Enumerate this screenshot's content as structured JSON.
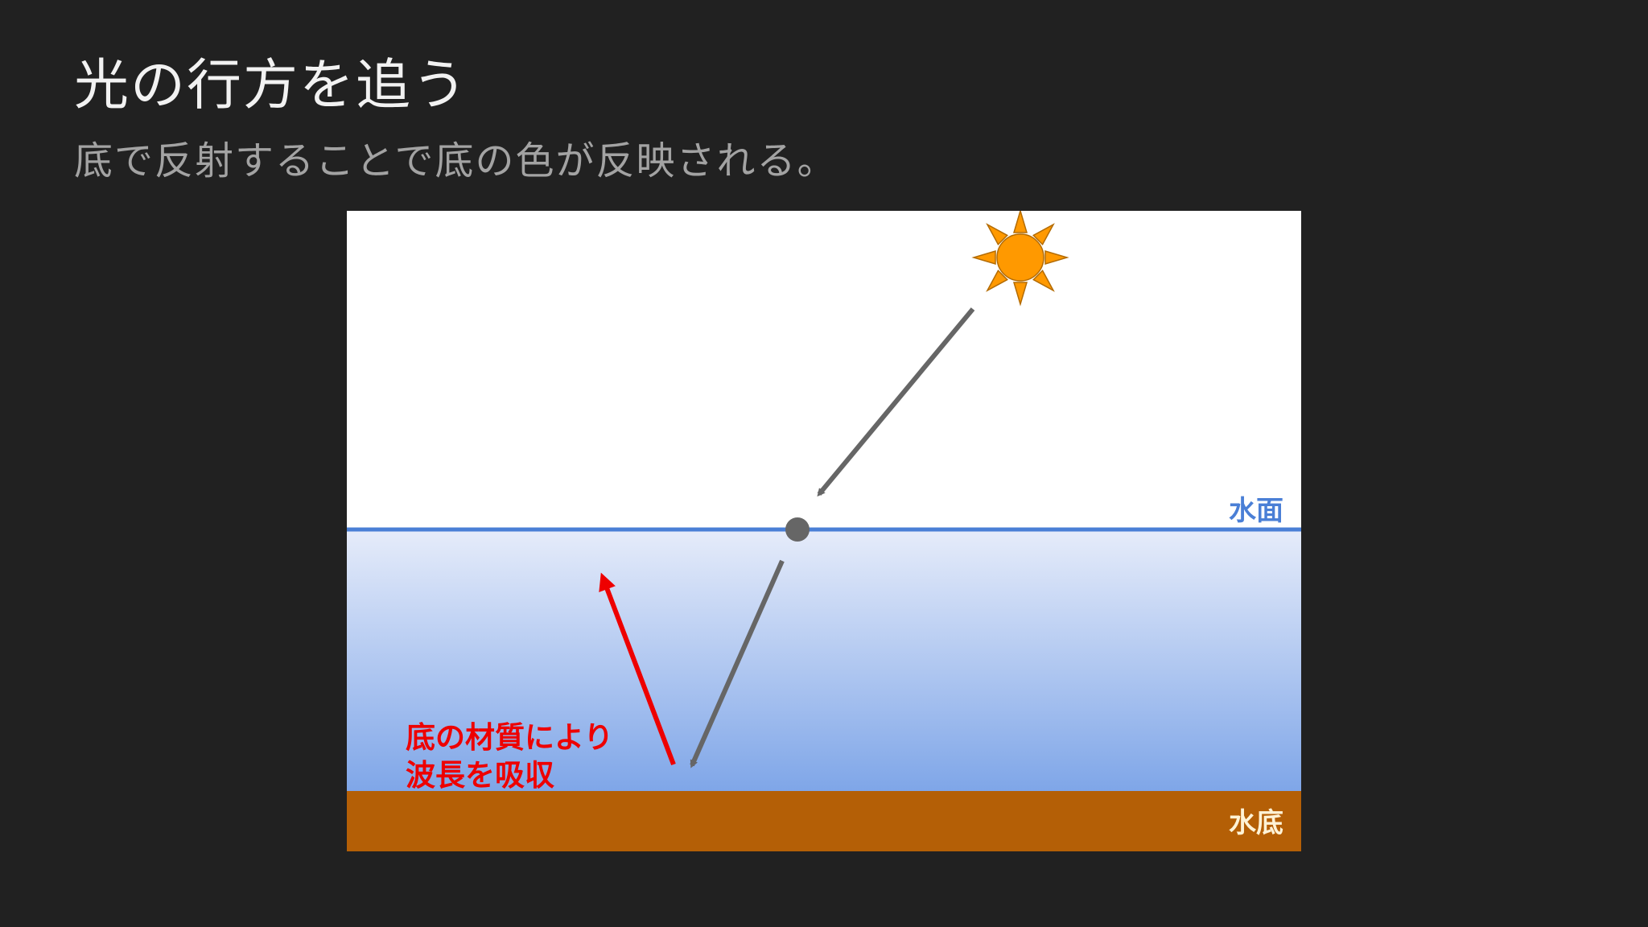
{
  "slide": {
    "title": "光の行方を追う",
    "subtitle": "底で反射することで底の色が反映される。"
  },
  "diagram": {
    "labels": {
      "water_surface": "水面",
      "water_bottom": "水底",
      "absorption_line1": "底の材質により",
      "absorption_line2": "波長を吸収"
    },
    "icons": {
      "sun": "sun-icon"
    },
    "colors": {
      "background": "#212121",
      "sky": "#ffffff",
      "water_top": "#e6ecfa",
      "water_bottom": "#7fa6e8",
      "surface_line": "#4a7fd6",
      "seabed": "#b45f06",
      "seabed_label": "#fff3d6",
      "light_ray": "#666666",
      "reflected_ray": "#ee0000",
      "sun": "#ff9900",
      "sun_outline": "#b36b00"
    }
  }
}
